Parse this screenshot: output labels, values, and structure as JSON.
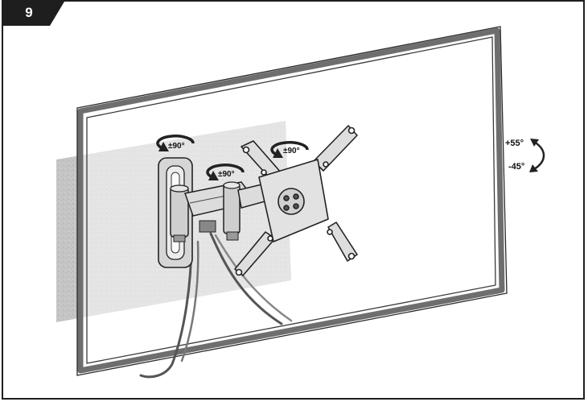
{
  "step": {
    "number": "9"
  },
  "rotations": {
    "wall_pivot": "±90°",
    "arm_pivot": "±90°",
    "plate_pivot": "±90°"
  },
  "tilt": {
    "up": "+55°",
    "down": "-45°"
  },
  "colors": {
    "frame": "#1e1e1e",
    "tv_frame": "#6e6e6e",
    "wall": "#c4c4c4",
    "bracket": "#d6d6d6"
  }
}
